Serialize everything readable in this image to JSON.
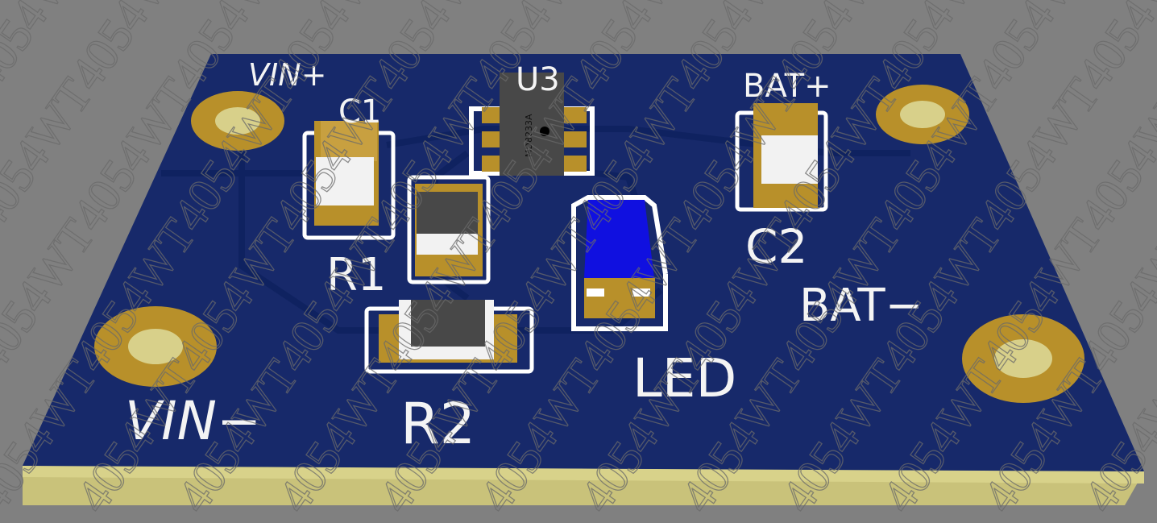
{
  "watermark": "4054WT",
  "colors": {
    "background": "#808080",
    "board": "#17296a",
    "copper": "#b8902a",
    "silk": "#f4f4f4",
    "edge": "#c9c27a",
    "led": "#1010e0"
  },
  "labels": {
    "vin_plus": "VIN+",
    "vin_minus": "VIN−",
    "bat_plus": "BAT+",
    "bat_minus": "BAT−",
    "c1": "C1",
    "c2": "C2",
    "u3": "U3",
    "r1": "R1",
    "r2": "R2",
    "led": "LED",
    "chip_marking": "MD8233A"
  }
}
